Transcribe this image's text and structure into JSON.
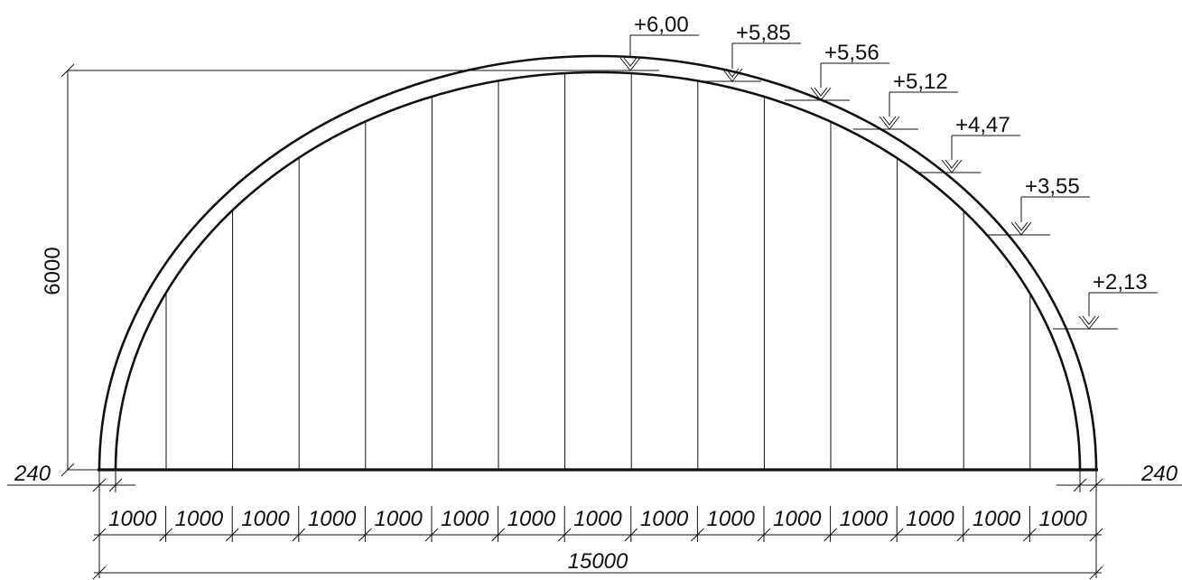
{
  "drawing": {
    "height_label": "6000",
    "left_wall_label": "240",
    "right_wall_label": "240",
    "total_span_label": "15000",
    "segment_labels": [
      "1000",
      "1000",
      "1000",
      "1000",
      "1000",
      "1000",
      "1000",
      "1000",
      "1000",
      "1000",
      "1000",
      "1000",
      "1000",
      "1000",
      "1000"
    ],
    "elevation_marks": [
      "+6,00",
      "+5,85",
      "+5,56",
      "+5,12",
      "+4,47",
      "+3,55",
      "+2,13"
    ]
  }
}
